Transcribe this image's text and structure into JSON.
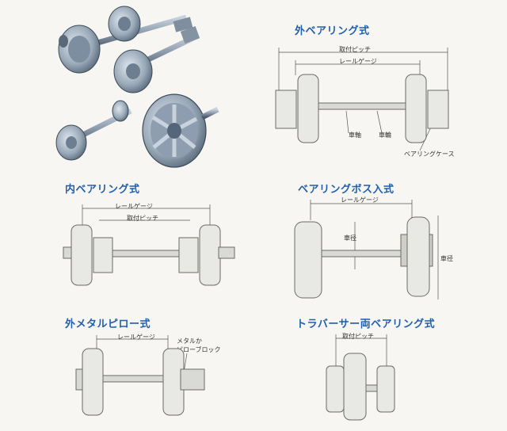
{
  "photo": {
    "description_icon": "wheelset-photo-icon"
  },
  "panels": {
    "outer_bearing": {
      "title": "外ベアリング式",
      "labels": {
        "mount_pitch": "取付ピッチ",
        "rail_gauge": "レールゲージ",
        "axle": "車軸",
        "wheel": "車輪",
        "bearing_case": "ベアリングケース"
      }
    },
    "inner_bearing": {
      "title": "内ベアリング式",
      "labels": {
        "rail_gauge": "レールゲージ",
        "mount_pitch": "取付ピッチ"
      }
    },
    "bearing_boss": {
      "title": "ベアリングボス入式",
      "labels": {
        "rail_gauge": "レールゲージ",
        "axle_dia": "車径",
        "wheel_dia": "車径"
      }
    },
    "outer_metal_pillow": {
      "title": "外メタルピロー式",
      "labels": {
        "rail_gauge": "レールゲージ",
        "metal_or_line1": "メタルか",
        "metal_or_line2": "ピローブロック"
      }
    },
    "traverser": {
      "title": "トラバーサー両ベアリング式",
      "labels": {
        "mount_pitch": "取付ピッチ"
      }
    }
  },
  "colors": {
    "heading": "#1f5fae",
    "line": "#555555",
    "metal_light": "#e8e8e4",
    "metal_mid": "#b9b9b4",
    "metal_dark": "#6b6b66"
  }
}
